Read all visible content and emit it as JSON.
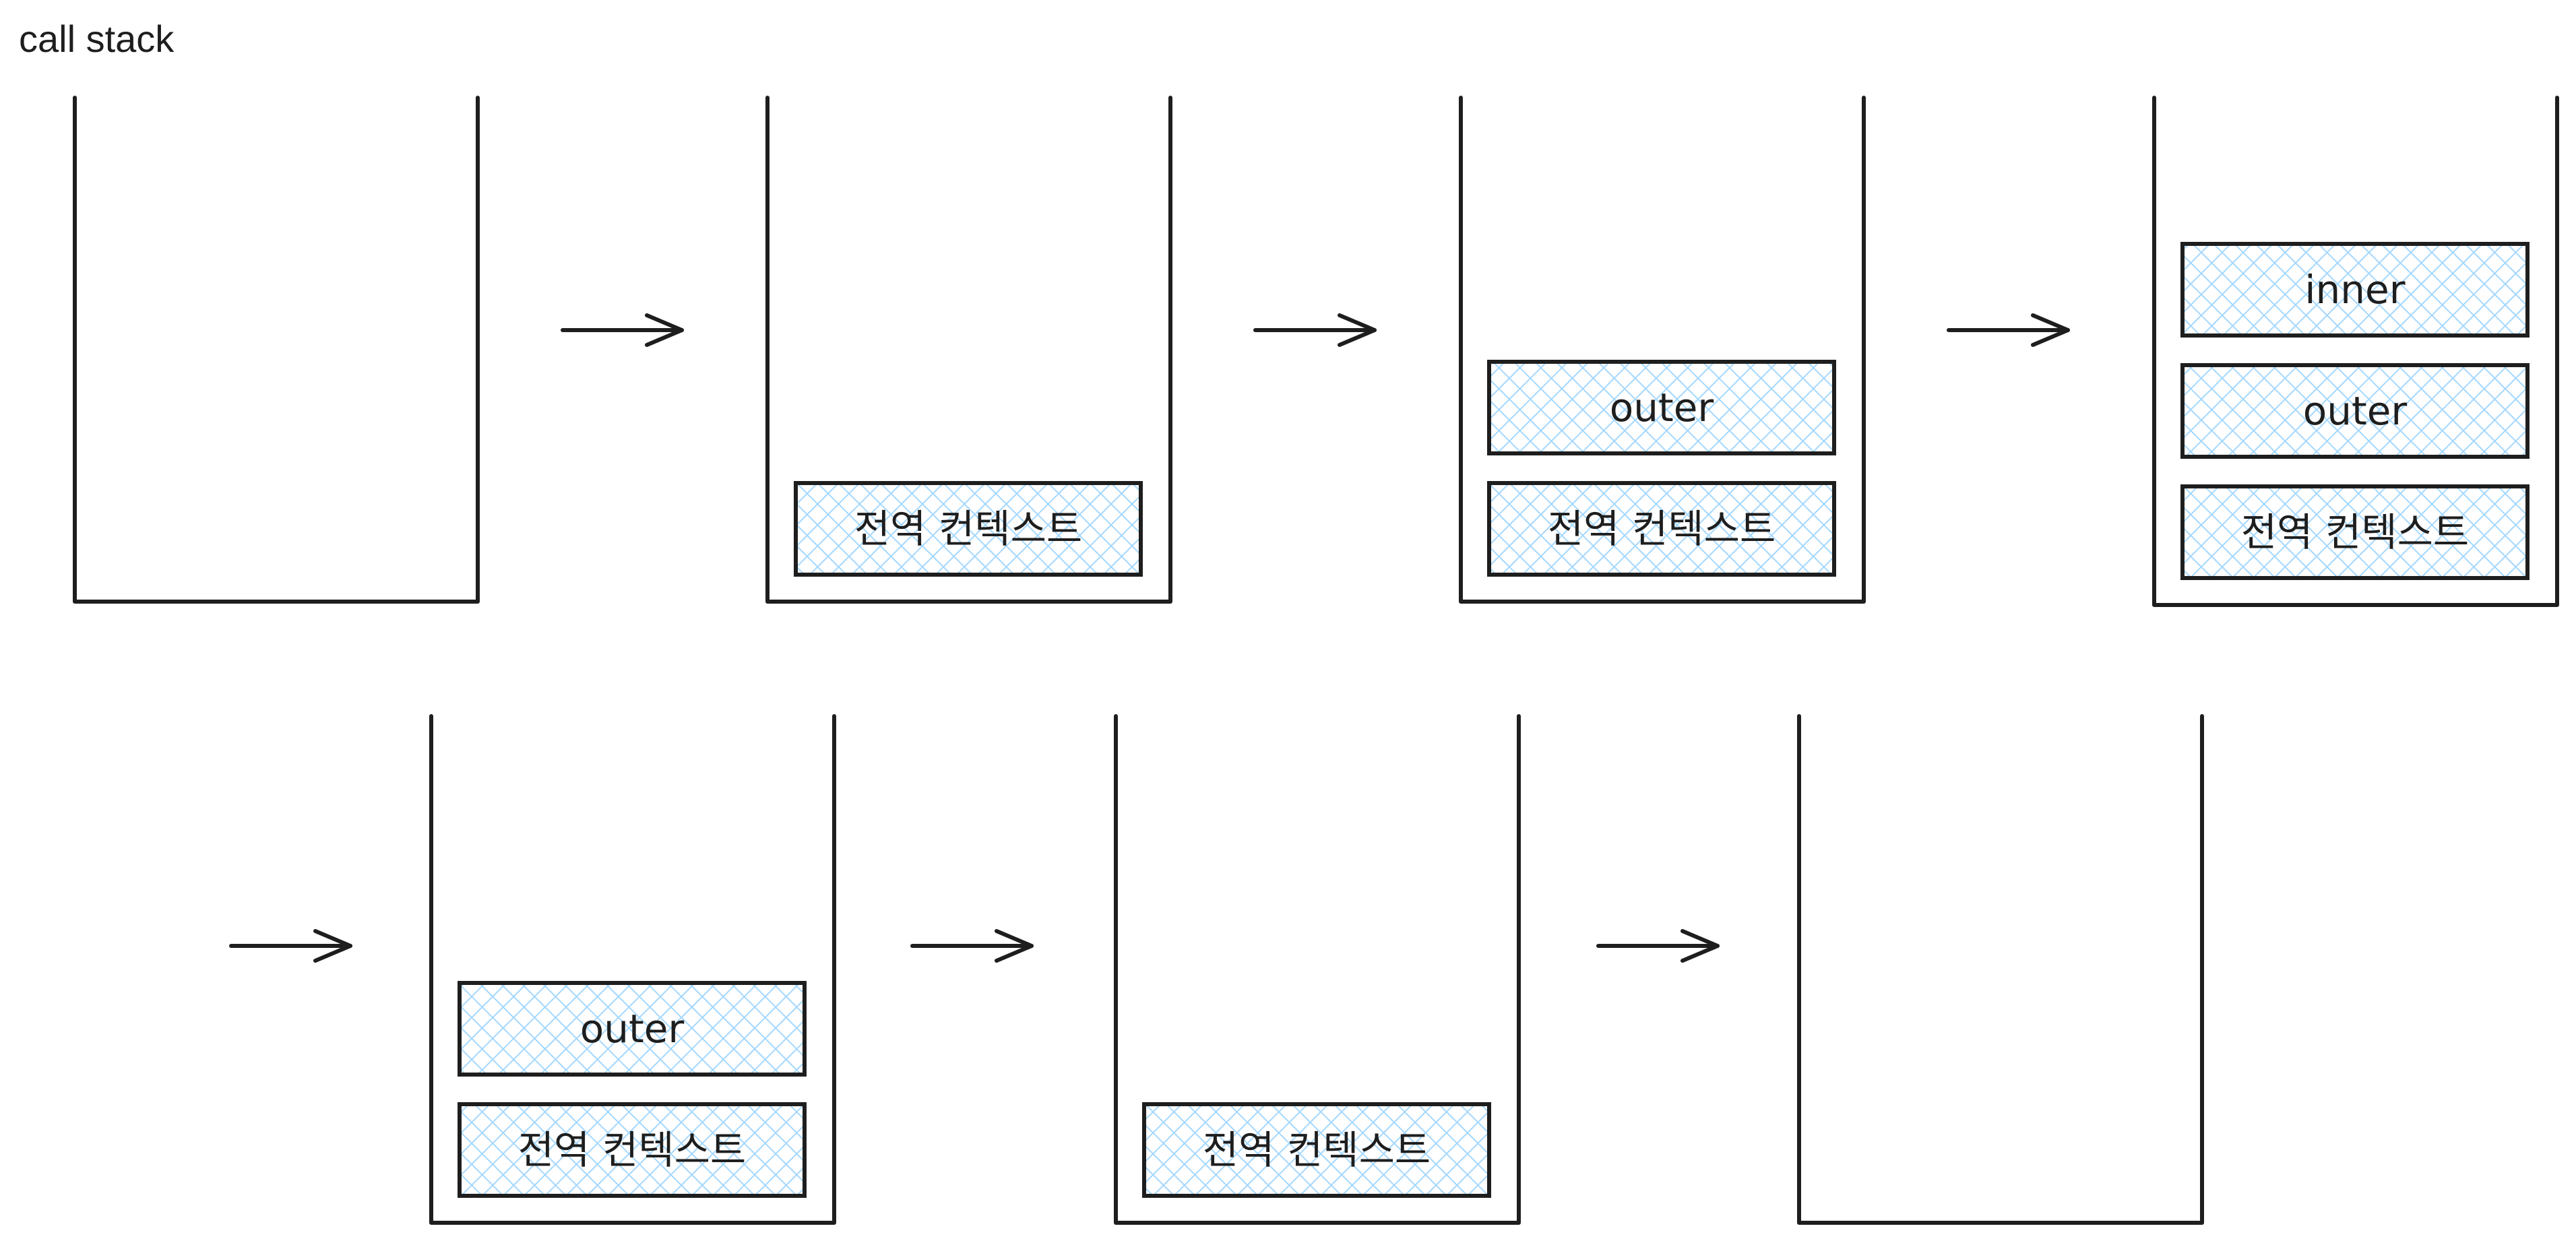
{
  "title": "call stack",
  "colors": {
    "stroke": "#1e1e1e",
    "frame_fill": "#a5d8ff",
    "background": "#ffffff"
  },
  "frames_order_note": "bottom-to-top",
  "stacks": [
    {
      "frames": []
    },
    {
      "frames": [
        "전역 컨텍스트"
      ]
    },
    {
      "frames": [
        "전역 컨텍스트",
        "outer"
      ]
    },
    {
      "frames": [
        "전역 컨텍스트",
        "outer",
        "inner"
      ]
    },
    {
      "frames": [
        "전역 컨텍스트",
        "outer"
      ]
    },
    {
      "frames": [
        "전역 컨텍스트"
      ]
    },
    {
      "frames": []
    }
  ],
  "arrows": [
    {
      "from": 0,
      "to": 1
    },
    {
      "from": 1,
      "to": 2
    },
    {
      "from": 2,
      "to": 3
    },
    {
      "from": "row-start",
      "to": 4
    },
    {
      "from": 4,
      "to": 5
    },
    {
      "from": 5,
      "to": 6
    }
  ]
}
